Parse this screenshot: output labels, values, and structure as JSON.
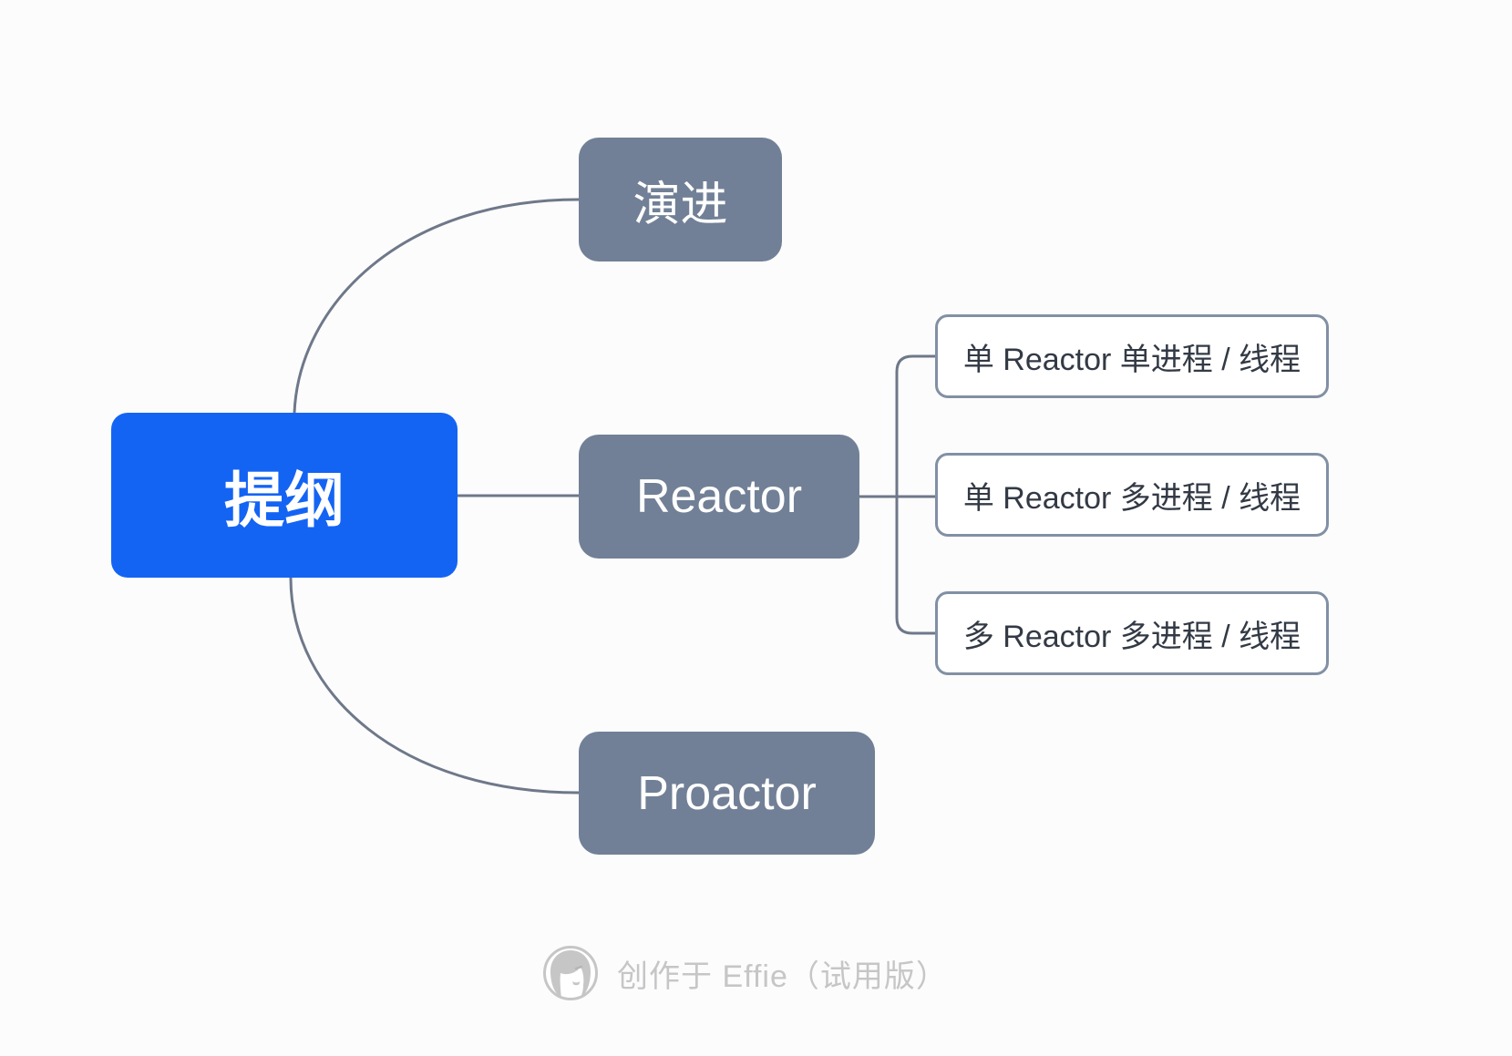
{
  "mindmap": {
    "root": {
      "label": "提纲"
    },
    "branches": [
      {
        "label": "演进"
      },
      {
        "label": "Reactor",
        "children": [
          {
            "label": "单 Reactor 单进程 / 线程"
          },
          {
            "label": "单 Reactor 多进程 / 线程"
          },
          {
            "label": "多 Reactor 多进程 / 线程"
          }
        ]
      },
      {
        "label": "Proactor"
      }
    ]
  },
  "footer": {
    "credit_text": "创作于 Effie（试用版）",
    "avatar_icon": "effie-avatar-icon"
  },
  "colors": {
    "background": "#fcfcfc",
    "root_fill": "#1464f4",
    "root_text": "#ffffff",
    "branch_fill": "#718096",
    "branch_text": "#ffffff",
    "leaf_fill": "#ffffff",
    "leaf_border": "#8290a4",
    "leaf_text": "#333a45",
    "connector": "#6e7889",
    "credit_text_color": "#c6c6c8"
  }
}
